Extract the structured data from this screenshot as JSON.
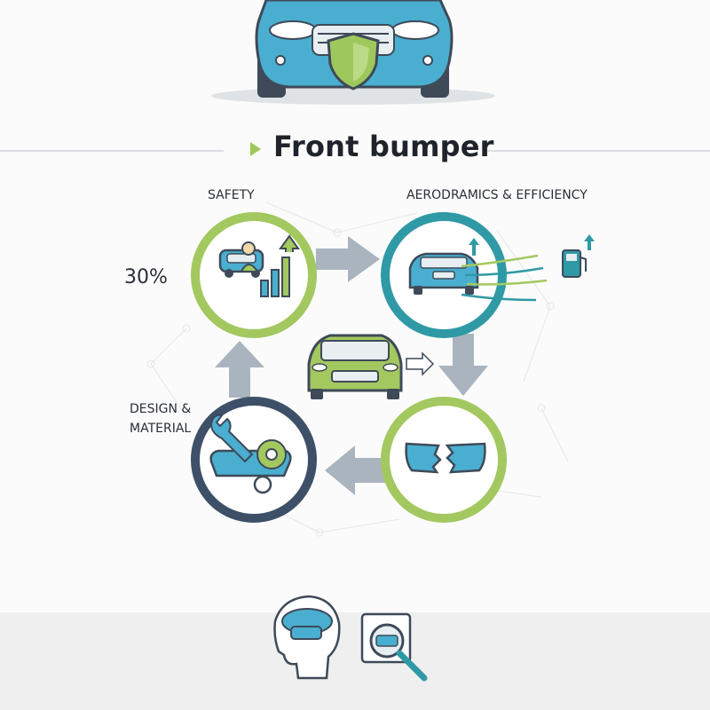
{
  "title": "Front bumper",
  "labels": {
    "safety": "SAFETY",
    "aero": "AERODRAMICS & EFFICIENCY",
    "percent": "30%",
    "design_line1": "DESIGN &",
    "design_line2": "MATERIAL"
  },
  "colors": {
    "green": "#a3c860",
    "teal": "#2f9aa5",
    "navy": "#3d5068",
    "car_blue": "#4aaed0",
    "arrow_gray": "#a9b4be"
  },
  "icons": [
    "shield-icon",
    "bar-chart-icon",
    "fuel-pump-icon",
    "wrench-icon",
    "gear-icon",
    "brain-icon",
    "magnifier-chip-icon"
  ]
}
